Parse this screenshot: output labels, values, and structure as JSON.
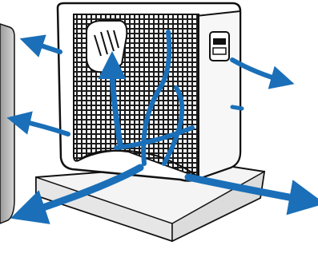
{
  "diagram": {
    "subject": "air-purifier-cutaway-airflow",
    "colors": {
      "airflow": "#1a6fb8",
      "outline": "#111111",
      "filter_mesh": "#1c1c1c",
      "housing": "#ffffff",
      "base": "#f4f4f4",
      "side_unit": "#b9b9b9"
    },
    "icons": [
      "airflow-arrow",
      "filter-mesh",
      "control-panel-icon",
      "vent-icon"
    ]
  }
}
